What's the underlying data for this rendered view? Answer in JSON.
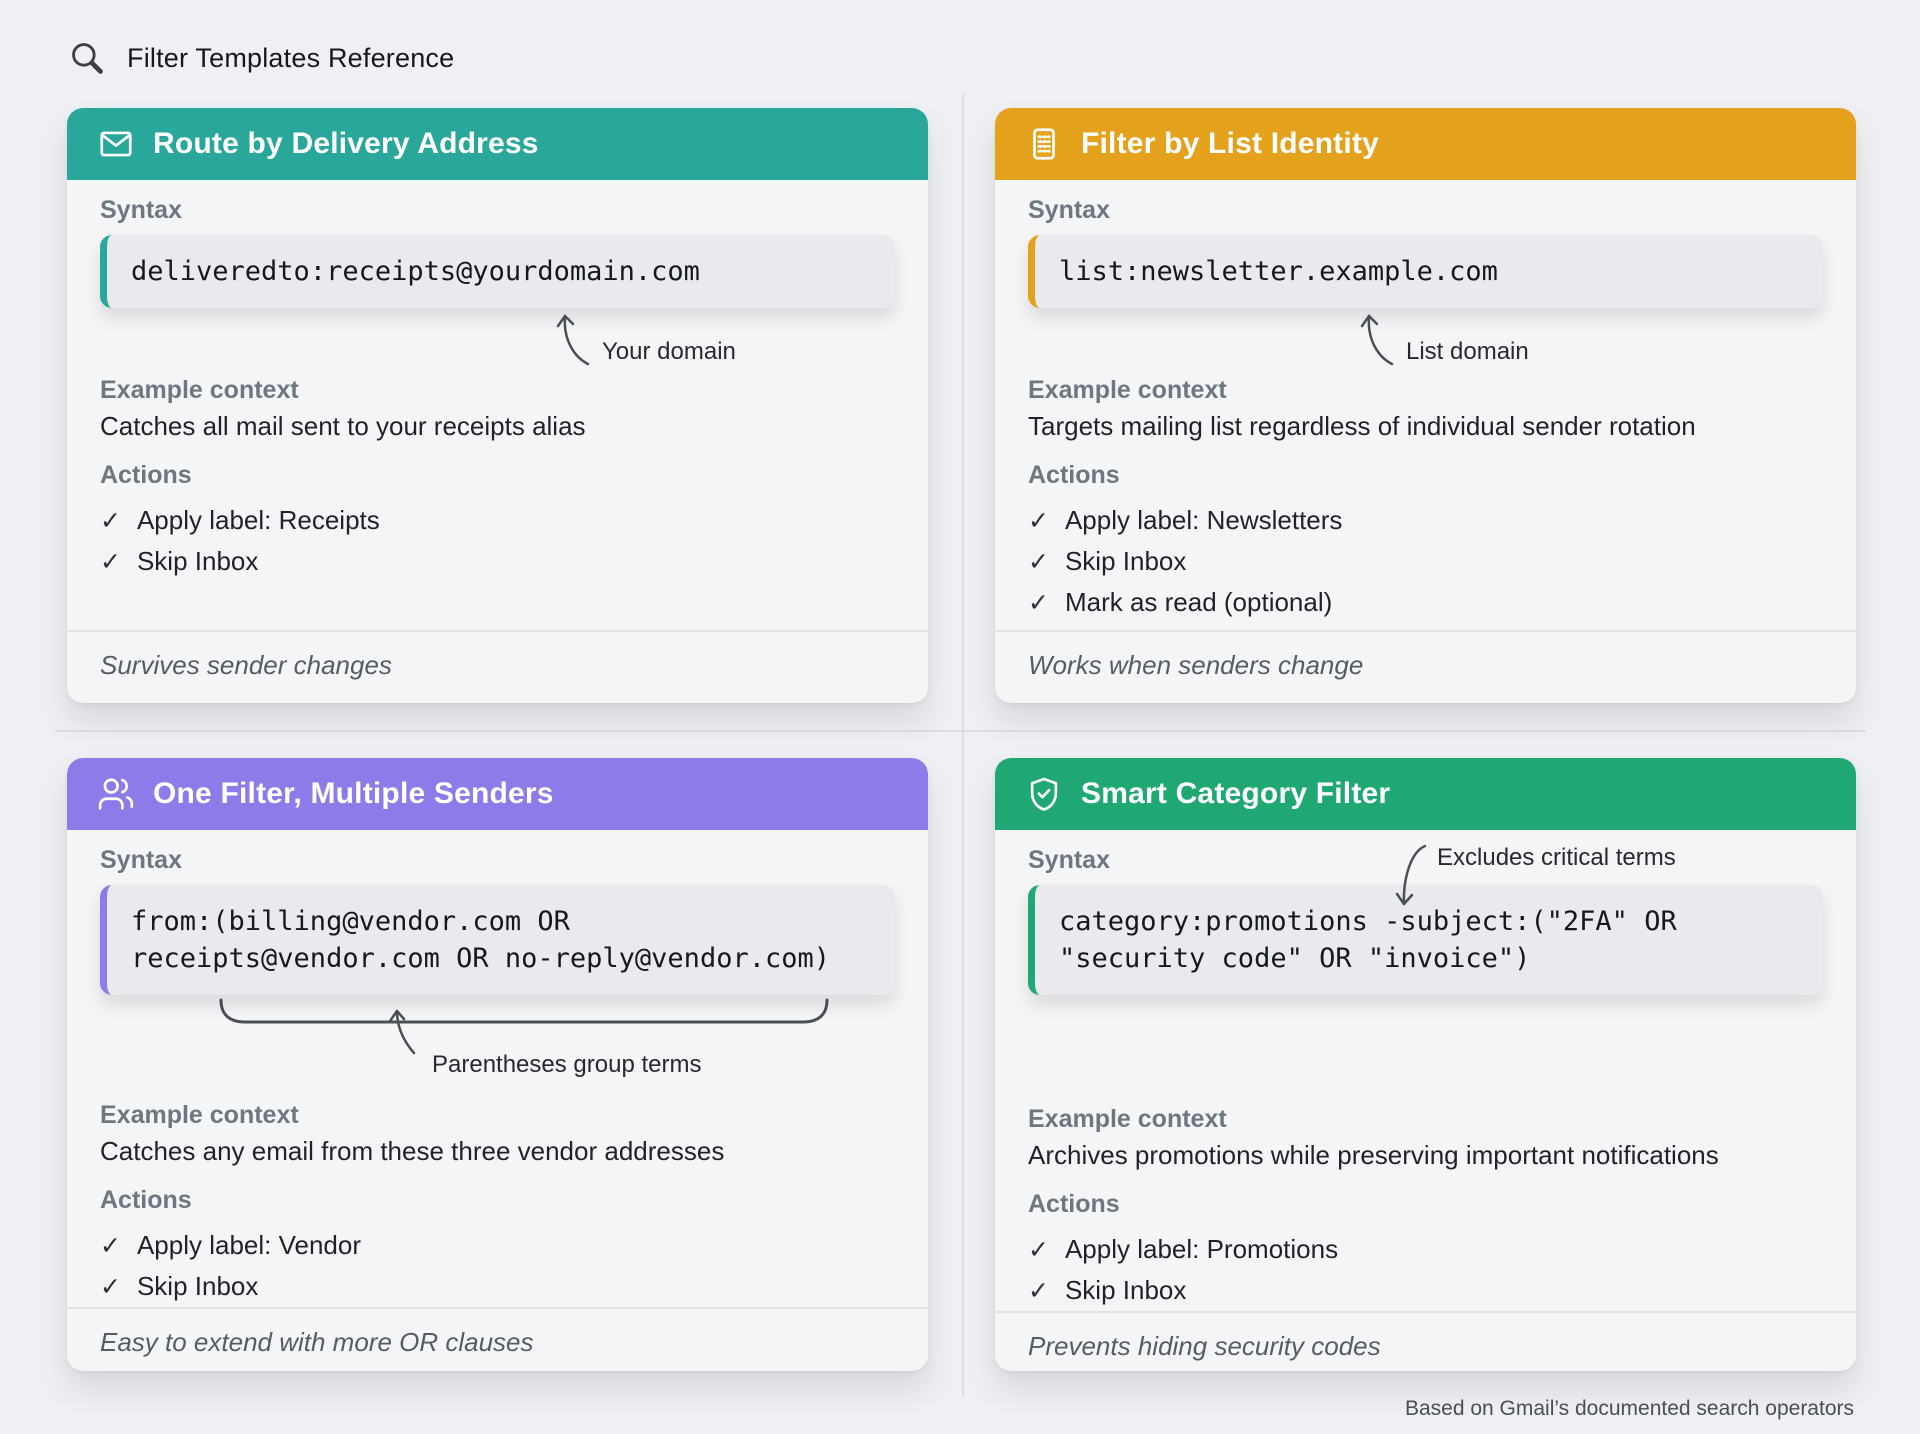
{
  "page": {
    "title": "Filter Templates Reference",
    "footer_note": "Based on Gmail’s documented search operators"
  },
  "glyphs": {
    "check": "✓"
  },
  "cards": [
    {
      "title": "Route by Delivery Address",
      "icon": "envelope-icon",
      "accent_color": "#2AA79B",
      "syntax_label": "Syntax",
      "code_lines": [
        "deliveredto:receipts@yourdomain.com"
      ],
      "annotation_label": "Your domain",
      "context_label": "Example context",
      "context_text": "Catches all mail sent to your receipts alias",
      "actions_label": "Actions",
      "actions": [
        "Apply label: Receipts",
        "Skip Inbox"
      ],
      "footnote": "Survives sender changes"
    },
    {
      "title": "Filter by List Identity",
      "icon": "list-icon",
      "accent_color": "#E4A11C",
      "syntax_label": "Syntax",
      "code_lines": [
        "list:newsletter.example.com"
      ],
      "annotation_label": "List domain",
      "context_label": "Example context",
      "context_text": "Targets mailing list regardless of individual sender rotation",
      "actions_label": "Actions",
      "actions": [
        "Apply label: Newsletters",
        "Skip Inbox",
        "Mark as read (optional)"
      ],
      "footnote": "Works when senders change"
    },
    {
      "title": "One Filter, Multiple Senders",
      "icon": "users-icon",
      "accent_color": "#8C7BE8",
      "syntax_label": "Syntax",
      "code_lines": [
        "from:(billing@vendor.com OR",
        "receipts@vendor.com OR no-reply@vendor.com)"
      ],
      "annotation_label": "Parentheses group terms",
      "context_label": "Example context",
      "context_text": "Catches any email from these three vendor addresses",
      "actions_label": "Actions",
      "actions": [
        "Apply label: Vendor",
        "Skip Inbox"
      ],
      "footnote": "Easy to extend with more OR clauses"
    },
    {
      "title": "Smart Category Filter",
      "icon": "shield-check-icon",
      "accent_color": "#1FA874",
      "syntax_label": "Syntax",
      "code_lines": [
        "category:promotions -subject:(\"2FA\" OR",
        "\"security code\" OR \"invoice\")"
      ],
      "annotation_label": "Excludes critical terms",
      "context_label": "Example context",
      "context_text": "Archives promotions while preserving important notifications",
      "actions_label": "Actions",
      "actions": [
        "Apply label: Promotions",
        "Skip Inbox"
      ],
      "footnote": "Prevents hiding security codes"
    }
  ]
}
